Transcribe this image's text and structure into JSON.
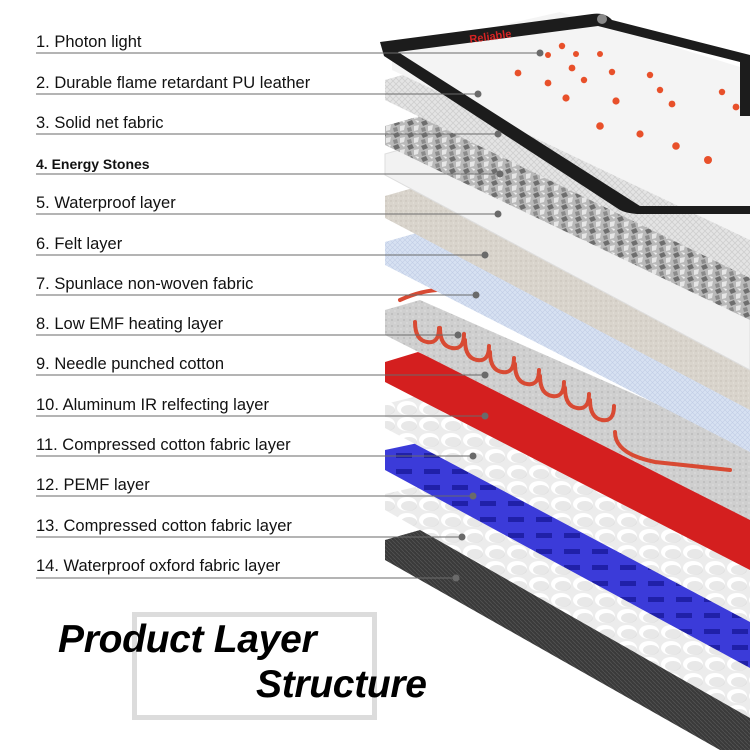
{
  "brand_text": "Reliable",
  "title": {
    "line1": "Product Layer",
    "line2": "Structure"
  },
  "layers": [
    {
      "label": "1. Photon light"
    },
    {
      "label": "2. Durable flame retardant PU leather"
    },
    {
      "label": "3. Solid net fabric"
    },
    {
      "label": "4. Energy Stones"
    },
    {
      "label": "5. Waterproof layer"
    },
    {
      "label": "6. Felt layer"
    },
    {
      "label": "7. Spunlace non-woven fabric"
    },
    {
      "label": "8. Low EMF heating layer"
    },
    {
      "label": "9. Needle punched cotton"
    },
    {
      "label": "10. Aluminum IR relfecting layer"
    },
    {
      "label": "11. Compressed cotton fabric layer"
    },
    {
      "label": "12. PEMF layer"
    },
    {
      "label": "13. Compressed cotton fabric layer"
    },
    {
      "label": "14. Waterproof oxford fabric  layer"
    }
  ],
  "colors": {
    "frame": "#1c1c1c",
    "led": "#e8502a",
    "energy_stones": "#9a9a9a",
    "felt": "#d9d4cc",
    "spunlace": "#d7e1f2",
    "heating_wire": "#d84a33",
    "aluminum": "#d41f1f",
    "pemf": "#3b3bd9",
    "oxford": "#3a3a3a"
  }
}
